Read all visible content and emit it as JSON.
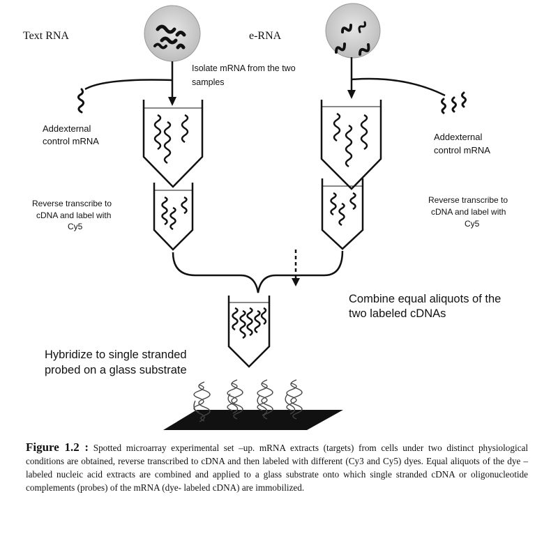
{
  "samples": {
    "left_title": "Text RNA",
    "right_title": "e-RNA"
  },
  "steps": {
    "isolate_line1": "Isolate   mRNA   from   the   two",
    "isolate_line2": "samples",
    "add_control_left_1": "Addexternal",
    "add_control_left_2": "control mRNA",
    "add_control_right_1": "Addexternal",
    "add_control_right_2": "control mRNA",
    "rt_left_1": "Reverse transcribe to",
    "rt_left_2": "cDNA and label with",
    "rt_left_3": "Cy5",
    "rt_right_1": "Reverse transcribe to",
    "rt_right_2": "cDNA and label with",
    "rt_right_3": "Cy5",
    "combine_1": "Combine equal aliquots of the",
    "combine_2": "two labeled cDNAs",
    "hybridize_1": "Hybridize to single stranded",
    "hybridize_2": "probed on a glass substrate"
  },
  "caption": {
    "label": "Figure 1.2 :",
    "text": "Spotted microarray experimental set –up. mRNA extracts (targets) from cells under two distinct physiological conditions are obtained, reverse transcribed to cDNA and then labeled with different (Cy3 and Cy5) dyes. Equal aliquots of the dye – labeled nucleic acid extracts are combined and applied to a glass substrate onto which single stranded cDNA or oligonucleotide complements (probes) of the mRNA (dye- labeled cDNA) are immobilized."
  }
}
